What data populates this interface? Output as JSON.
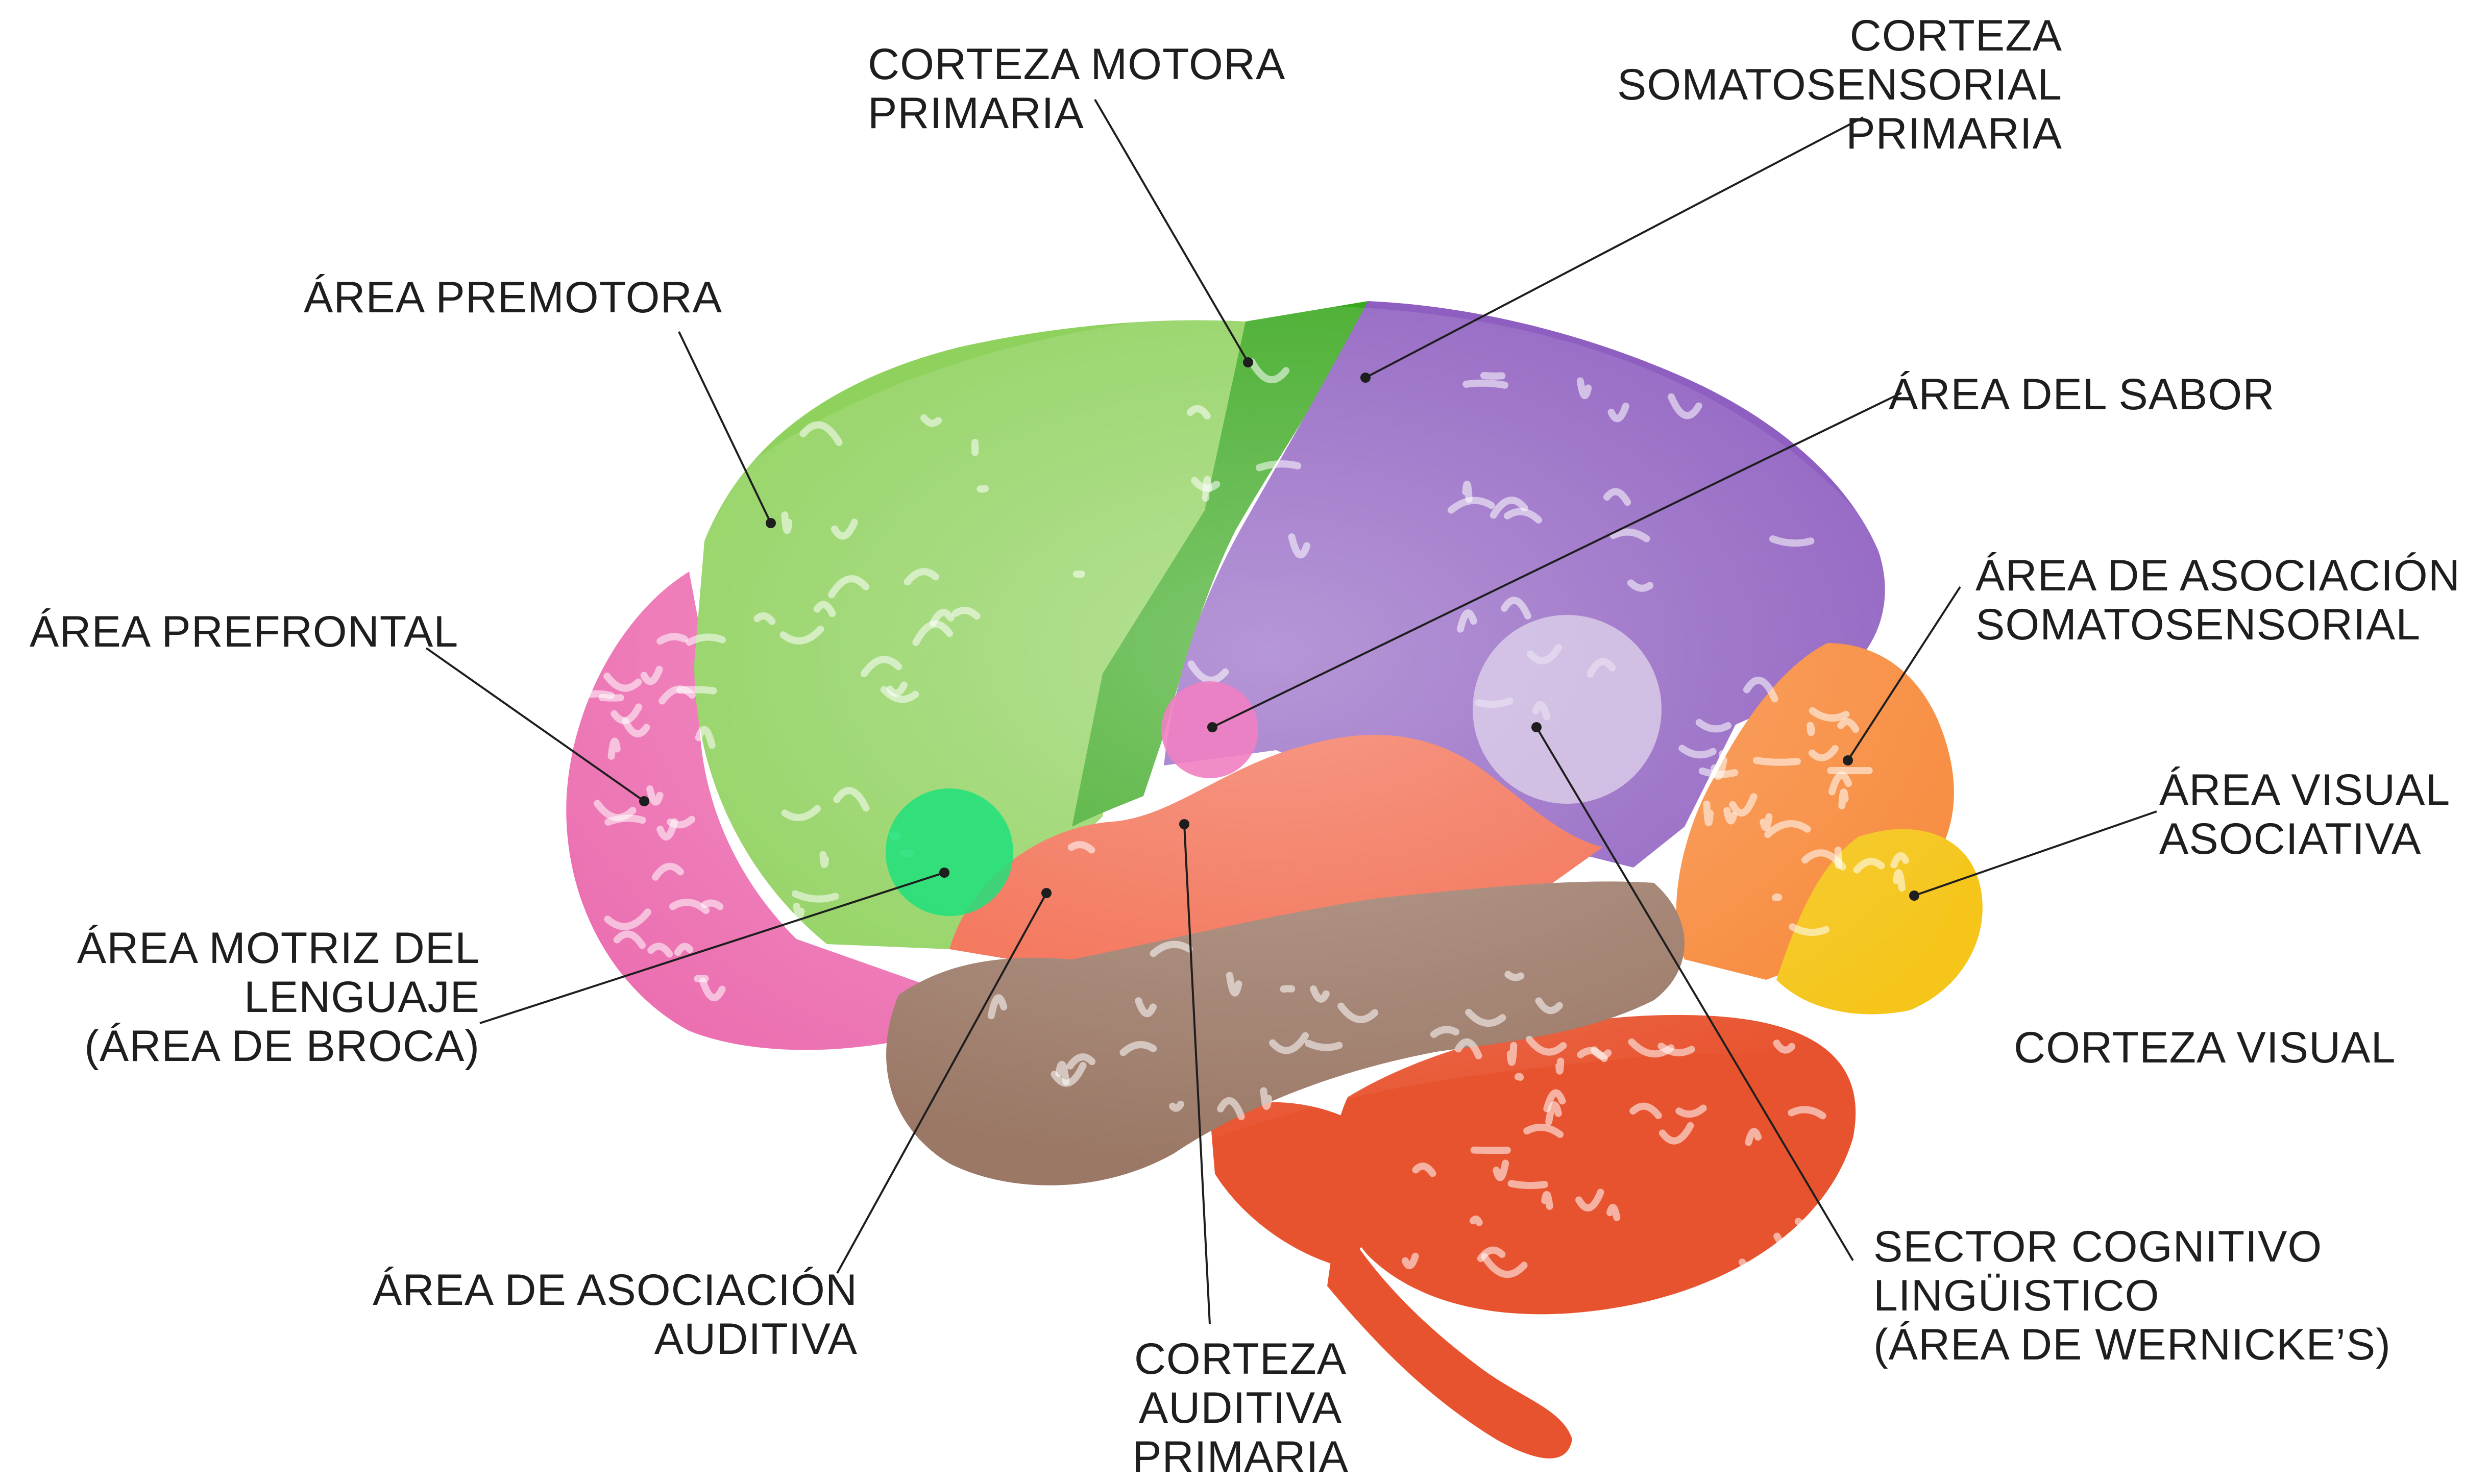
{
  "colors": {
    "prefrontal": "#ec6fb1",
    "premotor": "#8fd15d",
    "motor": "#3aa81f",
    "somatosensory": "#8e5ec0",
    "temporal": "#9b7866",
    "auditory": "#f2684b",
    "association_somatosensory": "#f7893a",
    "visual": "#f5c51a",
    "cerebellum": "#e8532f",
    "broca_spot": "#1ee07b",
    "taste_spot": "#f07fc2",
    "wernicke_spot": "#e4dcee",
    "leader_line": "#1e1e1e",
    "text": "#1e1e1e"
  },
  "labels": {
    "corteza_motora": [
      "CORTEZA MOTORA",
      "PRIMARIA"
    ],
    "corteza_somatosensorial": [
      "CORTEZA",
      "SOMATOSENSORIAL",
      "PRIMARIA"
    ],
    "area_premotora": [
      "ÁREA PREMOTORA"
    ],
    "area_sabor": [
      "ÁREA DEL SABOR"
    ],
    "area_prefrontal": [
      "ÁREA PREFRONTAL"
    ],
    "area_asociacion_somatosensorial": [
      "ÁREA DE ASOCIACIÓN",
      "SOMATOSENSORIAL"
    ],
    "area_visual_asociativa": [
      "ÁREA VISUAL",
      "ASOCIATIVA"
    ],
    "area_broca": [
      "ÁREA MOTRIZ DEL",
      "LENGUAJE",
      "(ÁREA DE BROCA)"
    ],
    "corteza_visual": [
      "CORTEZA VISUAL"
    ],
    "sector_wernicke": [
      "SECTOR COGNITIVO",
      "LINGÜISTICO",
      "(ÁREA DE WERNICKE’S)"
    ],
    "area_asociacion_auditiva": [
      "ÁREA DE ASOCIACIÓN",
      "AUDITIVA"
    ],
    "corteza_auditiva": [
      "CORTEZA",
      "AUDITIVA",
      "PRIMARIA"
    ]
  }
}
